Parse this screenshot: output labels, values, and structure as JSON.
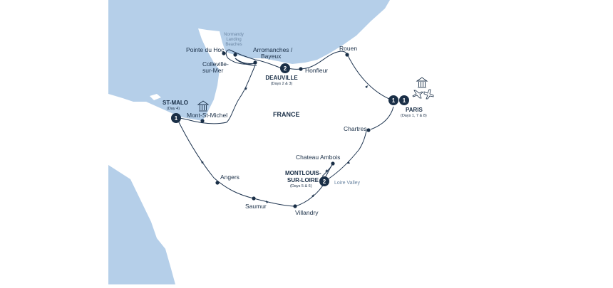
{
  "map": {
    "country_label": "FRANCE",
    "colors": {
      "sea": "#b5cfe9",
      "land": "#ffffff",
      "route": "#1f3550",
      "marker": "#1a2f47",
      "text": "#1a2f47",
      "muted_text": "#6b86a3"
    },
    "places": {
      "normandy": {
        "line1": "Normandy",
        "line2": "Landing",
        "line3": "Beaches"
      },
      "pointe_du_hoc": "Pointe du Hoc",
      "arromanches": {
        "line1": "Arromanches /",
        "line2": "Bayeux"
      },
      "colleville": {
        "line1": "Colleville-",
        "line2": "sur-Mer"
      },
      "deauville": {
        "name": "DEAUVILLE",
        "days": "(Days 2 & 3)",
        "nights": "2"
      },
      "honfleur": "Honfleur",
      "rouen": "Rouen",
      "paris": {
        "name": "PARIS",
        "days": "(Days 1, 7 & 8)",
        "nights_start": "1",
        "nights_end": "1"
      },
      "st_malo": {
        "name": "ST-MALO",
        "days": "(Day 4)",
        "nights": "1"
      },
      "mont_st_michel": "Mont-St-Michel",
      "chartres": "Chartres",
      "chateau_ambois": "Chateau Ambois",
      "montlouis": {
        "line1": "MONTLOUIS-",
        "line2": "SUR-LOIRE",
        "days": "(Days 5 & 6)",
        "nights": "2"
      },
      "loire_valley": "Loire Valley",
      "angers": "Angers",
      "saumur": "Saumur",
      "villandry": "Villandry"
    },
    "icons": {
      "paris_hotel": "building-icon",
      "paris_airport": "airplane-icon",
      "st_malo_hotel": "building-icon"
    }
  }
}
